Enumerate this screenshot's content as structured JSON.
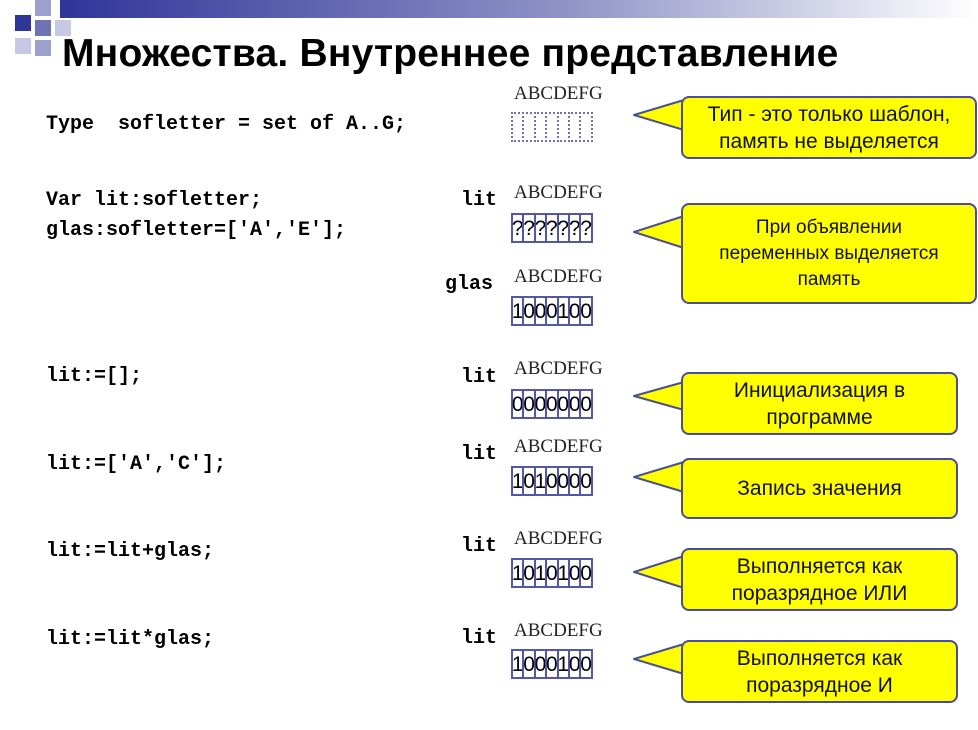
{
  "title": "Множества. Внутреннее представление",
  "letters": "ABCDEFG",
  "type_decl": "Type  sofletter = set of A..G;",
  "var_decl": "Var lit:sofletter;",
  "glas_decl": "glas:sofletter=['A','E'];",
  "stmt_empty": "lit:=[];",
  "stmt_assign": "lit:=['A','C'];",
  "stmt_union": "lit:=lit+glas;",
  "stmt_intersect": "lit:=lit*glas;",
  "labels": {
    "lit": "lit",
    "glas": "glas"
  },
  "cells": {
    "template": [
      "",
      "",
      "",
      "",
      "",
      "",
      ""
    ],
    "lit_decl": [
      "?",
      "?",
      "?",
      "?",
      "?",
      "?",
      "?"
    ],
    "glas": [
      "1",
      "0",
      "0",
      "0",
      "1",
      "0",
      "0"
    ],
    "lit_empty": [
      "0",
      "0",
      "0",
      "0",
      "0",
      "0",
      "0"
    ],
    "lit_assign": [
      "1",
      "0",
      "1",
      "0",
      "0",
      "0",
      "0"
    ],
    "lit_union": [
      "1",
      "0",
      "1",
      "0",
      "1",
      "0",
      "0"
    ],
    "lit_intersect": [
      "1",
      "0",
      "0",
      "0",
      "1",
      "0",
      "0"
    ]
  },
  "callouts": {
    "type": "Тип - это только шаблон, память не выделяется",
    "declare": "При объявлении переменных выделяется память",
    "init": "Инициализация в программе",
    "assign": "Запись значения",
    "union": "Выполняется как поразрядное ИЛИ",
    "intersect": "Выполняется как поразрядное И"
  },
  "colors": {
    "callout_fill": "#ffff00",
    "callout_border": "#4a4e94",
    "cell_border": "#5257a8",
    "deco": "#2f3599"
  }
}
